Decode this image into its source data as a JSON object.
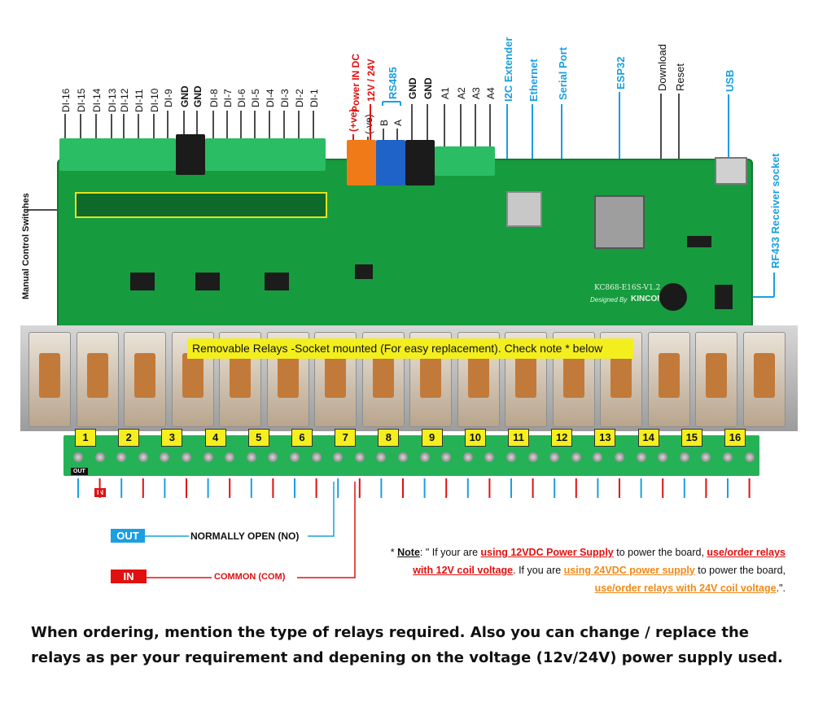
{
  "di_labels": [
    "DI-16",
    "DI-15",
    "DI-14",
    "DI-13",
    "DI-12",
    "DI-11",
    "DI-10",
    "DI-9"
  ],
  "gnd_left": [
    "GND",
    "GND"
  ],
  "di_labels_right": [
    "DI-8",
    "DI-7",
    "DI-6",
    "DI-5",
    "DI-4",
    "DI-3",
    "DI-2",
    "DI-1"
  ],
  "power": {
    "title": "Power IN DC",
    "voltage": "12V / 24V",
    "plus": "(+ve)",
    "minus": "(-ve)"
  },
  "rs485": {
    "title": "RS485",
    "b": "B",
    "a": "A"
  },
  "gnd_right": [
    "GND",
    "GND"
  ],
  "analog": [
    "A1",
    "A2",
    "A3",
    "A4"
  ],
  "interfaces": {
    "i2c": "I2C Extender",
    "ethernet": "Ethernet",
    "serial": "Serial Port",
    "esp32": "ESP32",
    "download": "Download",
    "reset": "Reset",
    "usb": "USB",
    "rf433": "RF433 Receiver socket"
  },
  "manual_switches": "Manual Control Switches",
  "board_text": {
    "model": "KC868-E16S-V1.2",
    "designed": "Designed By",
    "brand": "KINCONY"
  },
  "relay_note": "Removable Relays -Socket mounted (For easy replacement). Check note * below",
  "relay_numbers": [
    "1",
    "2",
    "3",
    "4",
    "5",
    "6",
    "7",
    "8",
    "9",
    "10",
    "11",
    "12",
    "13",
    "14",
    "15",
    "16"
  ],
  "terminal_labels": {
    "out": "OUT",
    "in": "IN"
  },
  "legend": {
    "out_tag": "OUT",
    "out_text": "NORMALLY OPEN (NO)",
    "in_tag": "IN",
    "in_text": "COMMON (COM)"
  },
  "note": {
    "p1": "* ",
    "note_word": "Note",
    "p2": ": \" If your are ",
    "r1": "using 12VDC Power Supply",
    "p3": " to power the board, ",
    "r2": "use/order relays with 12V coil voltage",
    "p4": ". If you are ",
    "o1": "using 24VDC power supply",
    "p5": " to power the board, ",
    "o2": "use/order relays with 24V coil voltage",
    "p6": ".\"."
  },
  "footer": "When ordering, mention the type of relays required. Also you can change / replace the relays as per your requirement and depening on the voltage (12v/24V) power supply used.",
  "colors": {
    "board": "#169b3e",
    "terminal": "#2bbd63",
    "accent_red": "#e01010",
    "accent_blue": "#1a9fe0",
    "highlight": "#f3ee1e"
  }
}
